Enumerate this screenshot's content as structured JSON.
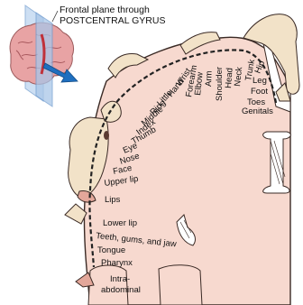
{
  "inset_label": {
    "line1": "Frontal plane through",
    "line2": "POSTCENTRAL GYRUS"
  },
  "body_parts": [
    "Genitals",
    "Toes",
    "Foot",
    "Leg",
    "Hip",
    "Trunk",
    "Neck",
    "Head",
    "Shoulder",
    "Arm",
    "Elbow",
    "Forearm",
    "Wrist",
    "Hand",
    "Little",
    "Ring",
    "Middle",
    "Index",
    "Thumb",
    "Eye",
    "Nose",
    "Face",
    "Upper lip",
    "Lips",
    "Lower lip",
    "Teeth, gums, and jaw",
    "Tongue",
    "Pharynx",
    "Intra-",
    "abdominal"
  ],
  "colors": {
    "cortex": "#f7d9cf",
    "cortex_outline": "#3a2a25",
    "homunculus": "#f2e2c8",
    "dashed_line": "#222222",
    "plane": "#a9c6e8",
    "arrow": "#1f6fbf",
    "brain": "#e79aa0"
  }
}
